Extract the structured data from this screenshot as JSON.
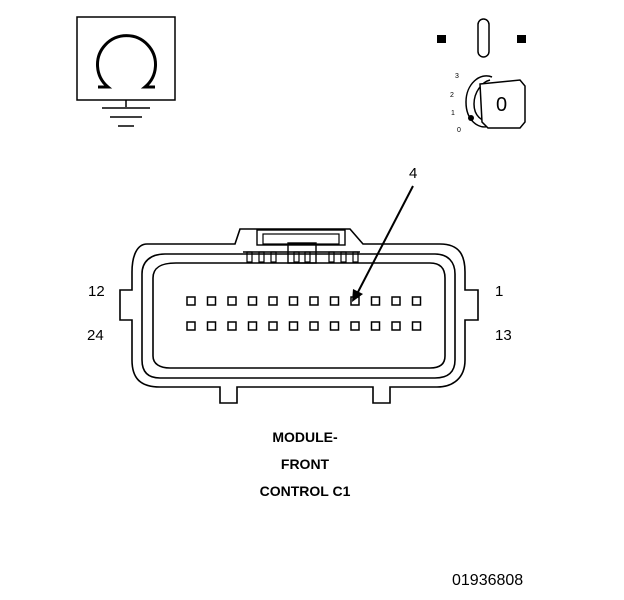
{
  "connector": {
    "pin_label_top_left": "12",
    "pin_label_top_right": "1",
    "pin_label_bottom_left": "24",
    "pin_label_bottom_right": "13",
    "callout_pin": "4",
    "pins_per_row": 12,
    "rows": 2
  },
  "caption": {
    "line1": "MODULE-",
    "line2": "FRONT",
    "line3": "CONTROL C1"
  },
  "ignition_key": {
    "positions": [
      "3",
      "2",
      "1",
      "0"
    ],
    "key_label": "0"
  },
  "ohmmeter_icon": {
    "symbol": "Ω"
  },
  "figure_id": "01936808"
}
